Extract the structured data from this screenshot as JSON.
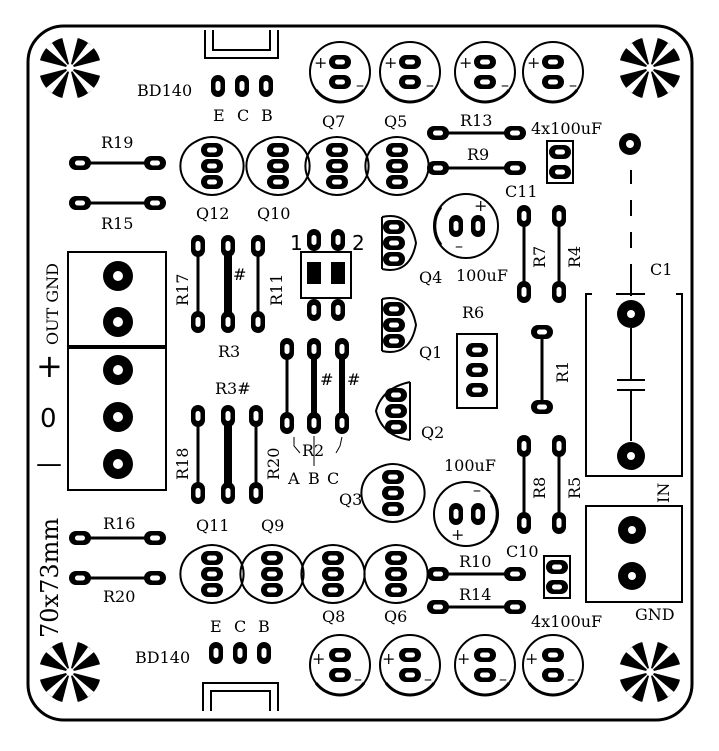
{
  "board": {
    "size_label": "70x73mm",
    "transistors": [
      "Q1",
      "Q2",
      "Q3",
      "Q4",
      "Q5",
      "Q6",
      "Q7",
      "Q8",
      "Q9",
      "Q10",
      "Q11",
      "Q12"
    ],
    "resistors": {
      "R1": "R1",
      "R2": "R2",
      "R3": "R3",
      "R3h": "R3#",
      "R4": "R4",
      "R5": "R5",
      "R6": "R6",
      "R7": "R7",
      "R8": "R8",
      "R9": "R9",
      "R10": "R10",
      "R11": "R11",
      "R13": "R13",
      "R14": "R14",
      "R15": "R15",
      "R16": "R16",
      "R17": "R17",
      "R18": "R18",
      "R19": "R19",
      "R20a": "R20",
      "R20b": "R20"
    },
    "capacitors": {
      "c1": "C1",
      "c10": "C10",
      "c11": "C11",
      "cap_100uf": "100uF",
      "cap_4x100uf": "4x100uF"
    },
    "power_transistor": "BD140",
    "pins": {
      "e": "E",
      "c": "C",
      "b": "B",
      "a": "A",
      "hash": "#",
      "one": "1",
      "two": "2"
    },
    "connectors": {
      "out_gnd": "OUT GND",
      "plus": "+",
      "zero": "0",
      "minus": "—",
      "in": "IN",
      "gnd": "GND"
    },
    "polarity": {
      "plus": "+",
      "minus": "–"
    }
  }
}
